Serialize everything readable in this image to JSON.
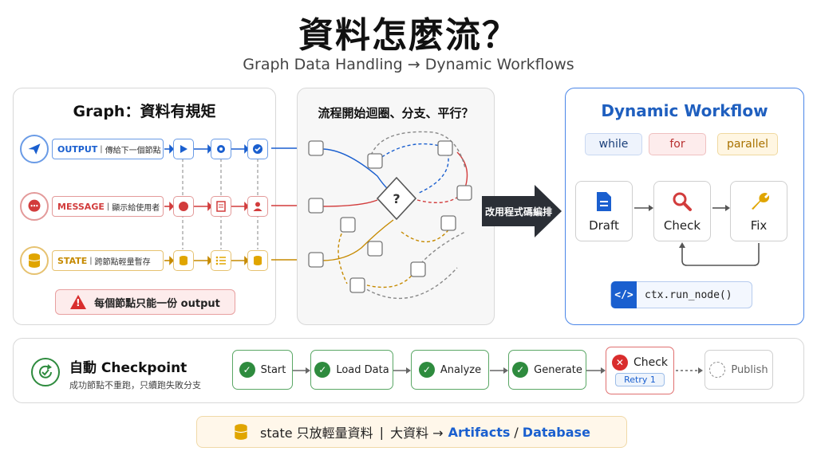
{
  "header": {
    "title": "資料怎麼流？",
    "subtitle": "Graph Data Handling → Dynamic Workflows"
  },
  "graph_panel": {
    "title": "Graph：資料有規矩",
    "rows": [
      {
        "key": "OUTPUT",
        "desc": "傳給下一個節點",
        "icon": "send-icon",
        "color": "#1a5fcf"
      },
      {
        "key": "MESSAGE",
        "desc": "顯示給使用者",
        "icon": "chat-icon",
        "color": "#d23c3c"
      },
      {
        "key": "STATE",
        "desc": "跨節點輕量暫存",
        "icon": "database-icon",
        "color": "#c68a00"
      }
    ],
    "warning": "每個節點只能一份 output"
  },
  "flow_panel": {
    "title": "流程開始迴圈、分支、平行？",
    "decision_symbol": "?"
  },
  "transition": {
    "label": "改用程式碼編排"
  },
  "dynamic_panel": {
    "title": "Dynamic Workflow",
    "loops": [
      "while",
      "for",
      "parallel"
    ],
    "cards": [
      {
        "label": "Draft",
        "icon": "document-icon"
      },
      {
        "label": "Check",
        "icon": "magnifier-icon"
      },
      {
        "label": "Fix",
        "icon": "wrench-icon"
      }
    ],
    "code_icon": "</>",
    "code": "ctx.run_node()"
  },
  "checkpoint": {
    "title": "自動 Checkpoint",
    "subtitle": "成功節點不重跑，只續跑失敗分支",
    "steps": [
      {
        "label": "Start",
        "status": "done"
      },
      {
        "label": "Load Data",
        "status": "done"
      },
      {
        "label": "Analyze",
        "status": "done"
      },
      {
        "label": "Generate",
        "status": "done"
      },
      {
        "label": "Check",
        "status": "failed",
        "badge": "Retry 1"
      },
      {
        "label": "Publish",
        "status": "pending"
      }
    ]
  },
  "footer": {
    "prefix": "state 只放輕量資料",
    "separator": "|",
    "mid": "大資料 →",
    "artifacts": "Artifacts",
    "slash": "/",
    "database": "Database"
  },
  "colors": {
    "blue": "#1a5fcf",
    "red": "#d23c3c",
    "gold": "#c68a00",
    "green": "#2e8b3e",
    "dark": "#2b2f36"
  }
}
